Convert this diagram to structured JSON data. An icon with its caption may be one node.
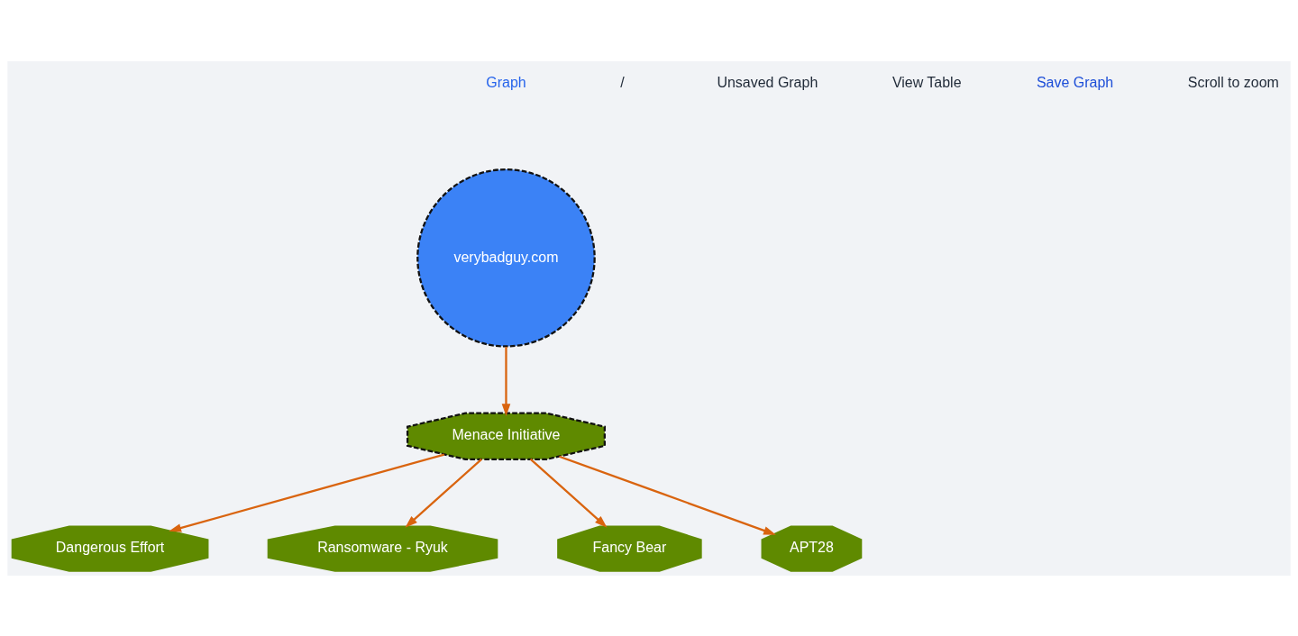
{
  "diagram": {
    "nodes": [
      {
        "text": [
          "verybadguy.com"
        ]
      },
      {
        "text": [
          "Dangerous Effort"
        ]
      },
      {
        "text": [
          "Menace Initiative"
        ]
      },
      {
        "text": [
          "Ransomware - Ryuk"
        ]
      },
      {
        "text": [
          "Fancy Bear"
        ]
      },
      {
        "text": [
          "APT28"
        ]
      }
    ],
    "edges": [
      {
        "from": 0,
        "to": 2,
        "arrow": "to"
      },
      {
        "from": 2,
        "to": 1,
        "arrow": "to"
      },
      {
        "from": 2,
        "to": 3,
        "arrow": "to"
      },
      {
        "from": 2,
        "to": 4,
        "arrow": "to"
      },
      {
        "from": 2,
        "to": 5,
        "arrow": "to"
      }
    ],
    "labels": [
      "Graph",
      "/",
      "Unsaved Graph",
      "View Table",
      "Save Graph",
      "Scroll to zoom"
    ]
  }
}
